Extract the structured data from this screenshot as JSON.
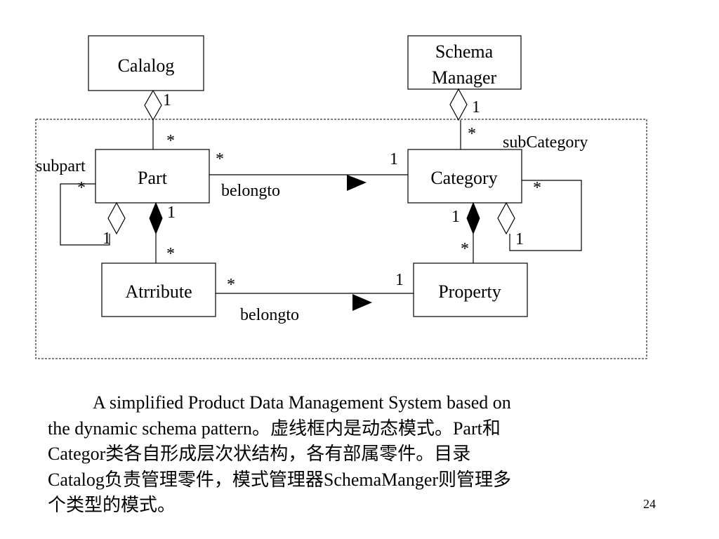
{
  "diagram": {
    "classes": {
      "calalog": "Calalog",
      "schema_manager_line1": "Schema",
      "schema_manager_line2": "Manager",
      "part": "Part",
      "category": "Category",
      "atrribute": "Atrribute",
      "property": "Property"
    },
    "labels": {
      "subpart": "subpart",
      "subcategory": "subCategory",
      "belongto_top": "belongto",
      "belongto_bottom": "belongto"
    },
    "multiplicities": {
      "calalog_one": "1",
      "part_from_calalog": "*",
      "schema_one": "1",
      "category_from_schema": "*",
      "part_belongto_many": "*",
      "category_belongto_one": "1",
      "subpart_many": "*",
      "subpart_one": "1",
      "part_attr_one": "1",
      "attr_many": "*",
      "category_prop_one": "1",
      "prop_many": "*",
      "subcategory_many": "*",
      "subcategory_one": "1",
      "attr_belongto_many": "*",
      "property_belongto_one": "1"
    }
  },
  "caption": {
    "line1": "A simplified Product Data Management System based on",
    "line2": "the dynamic schema pattern。虚线框内是动态模式。Part和",
    "line3": "Categor类各自形成层次状结构，各有部属零件。目录",
    "line4": "Catalog负责管理零件，模式管理器SchemaManger则管理多",
    "line5": "个类型的模式。"
  },
  "page_number": "24"
}
